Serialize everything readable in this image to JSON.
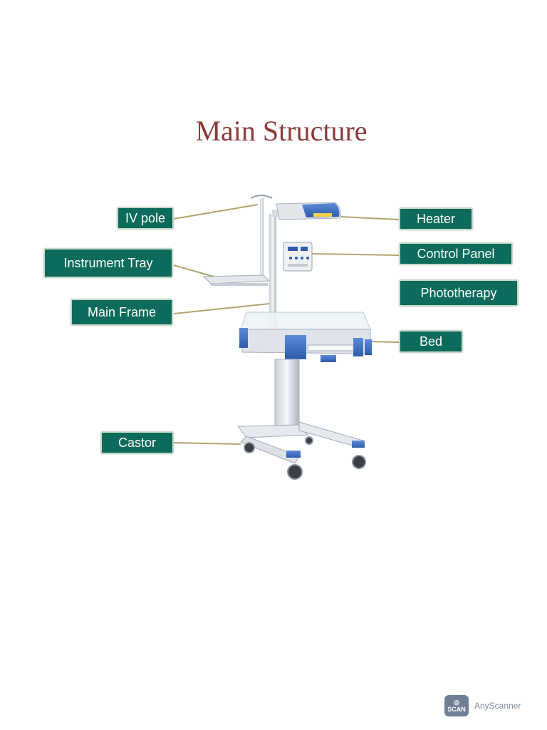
{
  "title": "Main Structure",
  "labels": {
    "iv_pole": "IV pole",
    "instrument_tray": "Instrument Tray",
    "main_frame": "Main Frame",
    "castor": "Castor",
    "heater": "Heater",
    "control_panel": "Control Panel",
    "phototherapy": "Phototherapy",
    "bed": "Bed"
  },
  "watermark": {
    "logo_text": "SCAN",
    "brand": "AnyScanner"
  },
  "colors": {
    "label_bg": "#0c6b5b",
    "title": "#8c3a3a",
    "leader": "#b5a36e",
    "device_blue": "#3f6ec2"
  }
}
